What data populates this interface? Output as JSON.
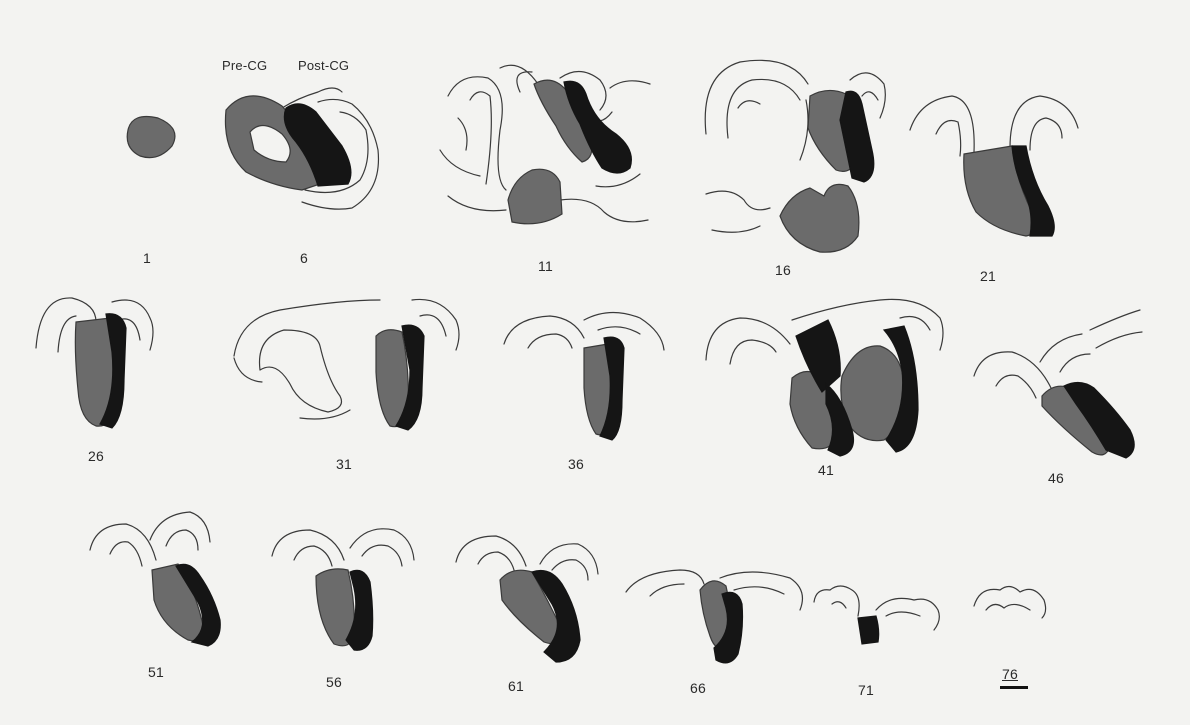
{
  "header_labels": {
    "pre_cg": "Pre-CG",
    "post_cg": "Post-CG"
  },
  "sections": [
    {
      "number": "1",
      "pre_cg": true,
      "post_cg": false
    },
    {
      "number": "6",
      "pre_cg": true,
      "post_cg": true
    },
    {
      "number": "11",
      "pre_cg": true,
      "post_cg": true
    },
    {
      "number": "16",
      "pre_cg": true,
      "post_cg": true
    },
    {
      "number": "21",
      "pre_cg": true,
      "post_cg": true
    },
    {
      "number": "26",
      "pre_cg": true,
      "post_cg": true
    },
    {
      "number": "31",
      "pre_cg": true,
      "post_cg": true
    },
    {
      "number": "36",
      "pre_cg": true,
      "post_cg": true
    },
    {
      "number": "41",
      "pre_cg": true,
      "post_cg": true
    },
    {
      "number": "46",
      "pre_cg": true,
      "post_cg": true
    },
    {
      "number": "51",
      "pre_cg": true,
      "post_cg": true
    },
    {
      "number": "56",
      "pre_cg": true,
      "post_cg": true
    },
    {
      "number": "61",
      "pre_cg": true,
      "post_cg": true
    },
    {
      "number": "66",
      "pre_cg": true,
      "post_cg": true
    },
    {
      "number": "71",
      "pre_cg": false,
      "post_cg": true
    },
    {
      "number": "76",
      "pre_cg": false,
      "post_cg": false
    }
  ],
  "colors": {
    "pre_cg_fill": "#6b6b6b",
    "post_cg_fill": "#151515",
    "outline": "#3a3a3a",
    "background": "#f3f3f1"
  }
}
